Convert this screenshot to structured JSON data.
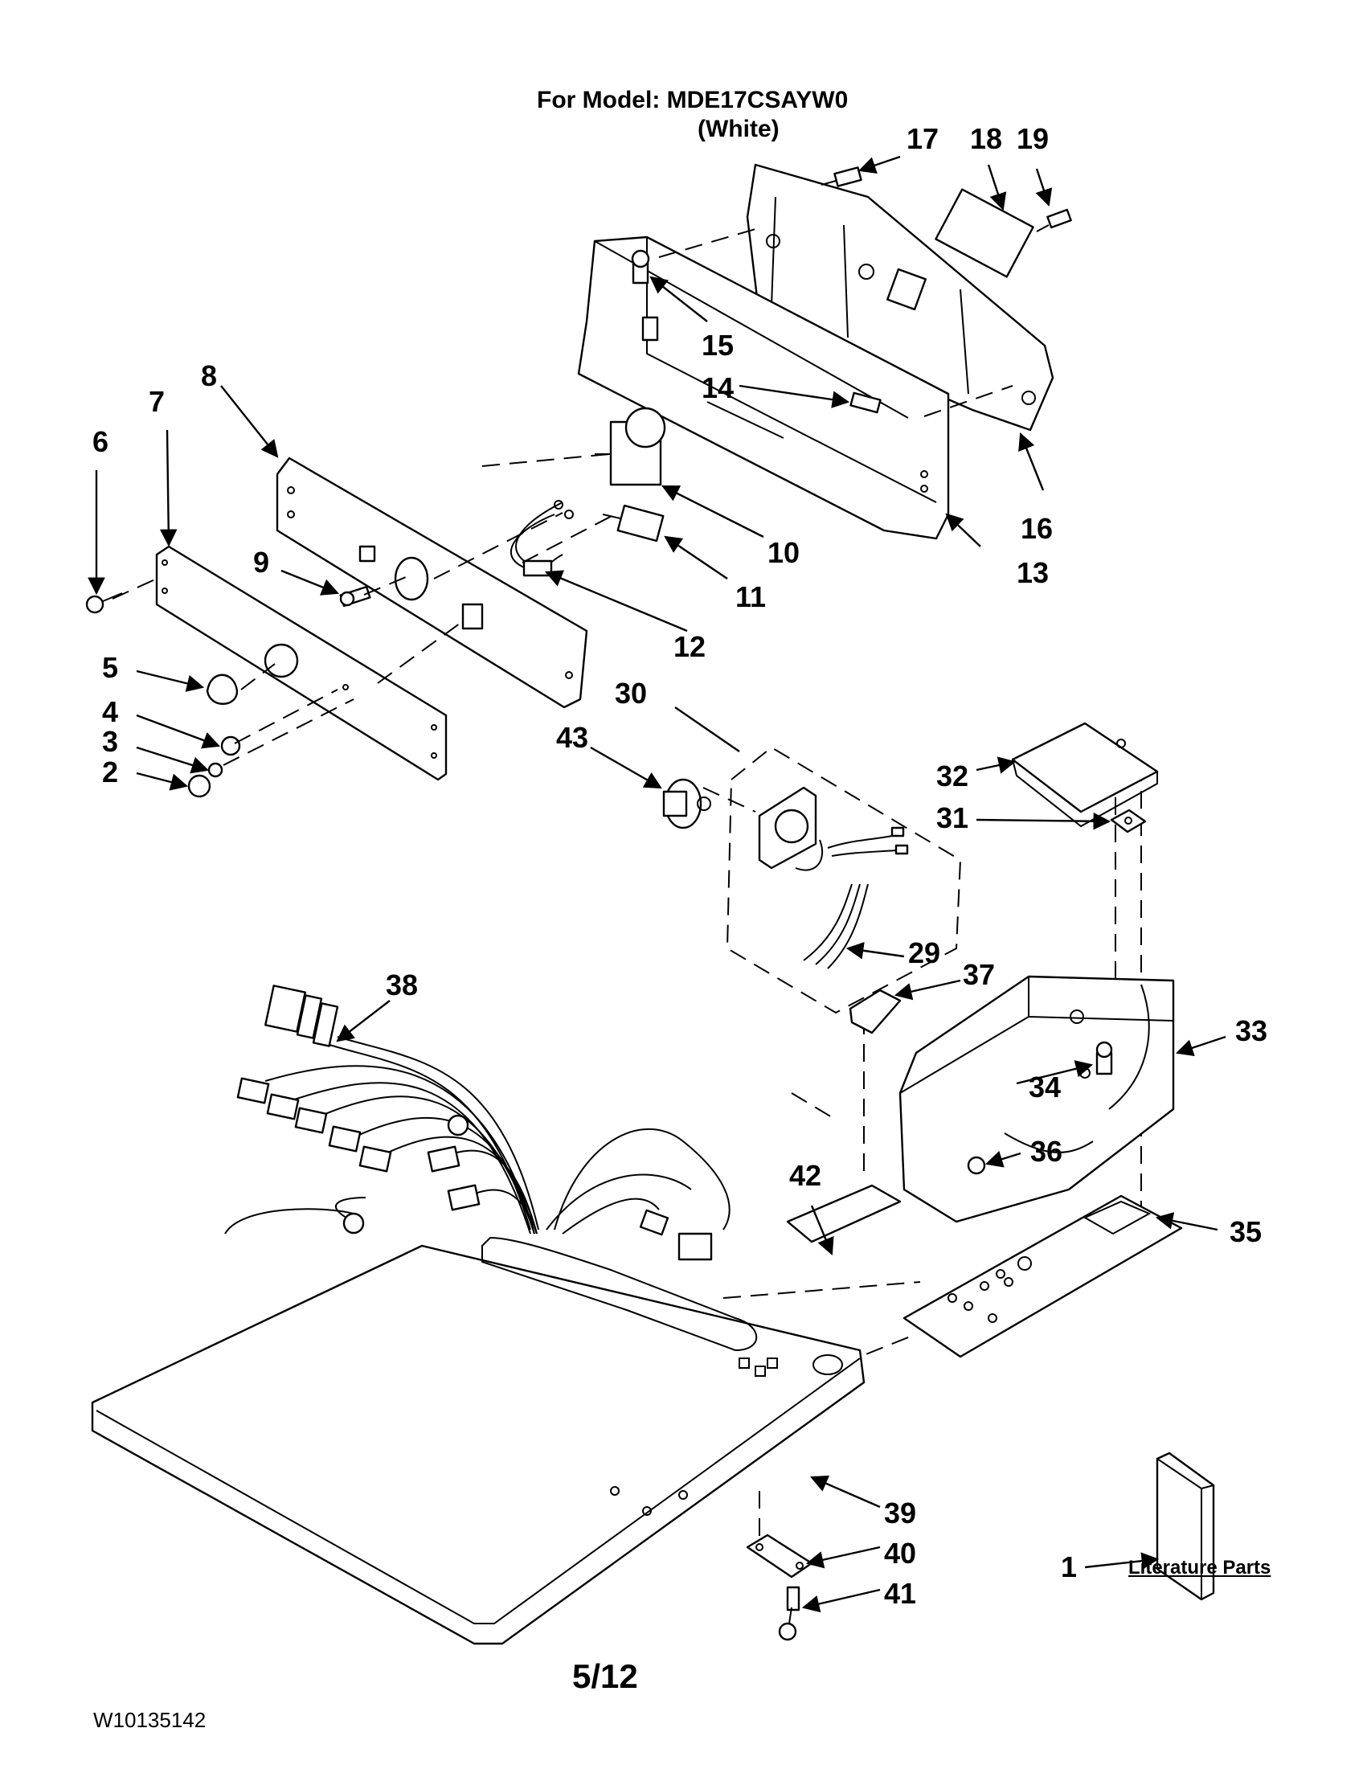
{
  "header": {
    "title": "For Model: MDE17CSAYW0",
    "subtitle": "(White)"
  },
  "footer": {
    "page_number": "5/12",
    "document_id": "W10135142"
  },
  "literature": {
    "label": "Literature Parts"
  },
  "callouts": [
    "1",
    "2",
    "3",
    "4",
    "5",
    "6",
    "7",
    "8",
    "9",
    "10",
    "11",
    "12",
    "13",
    "14",
    "15",
    "16",
    "17",
    "18",
    "19",
    "29",
    "30",
    "31",
    "32",
    "33",
    "34",
    "35",
    "36",
    "37",
    "38",
    "39",
    "40",
    "41",
    "42",
    "43"
  ]
}
